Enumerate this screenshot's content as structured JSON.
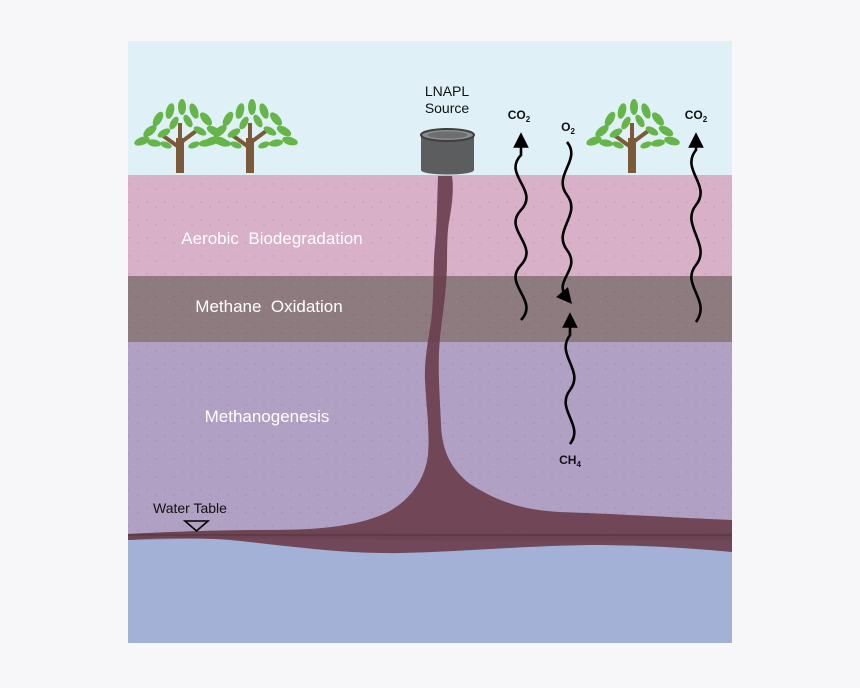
{
  "zones": {
    "aerobic": "Aerobic  Biodegradation",
    "oxidation": "Methane  Oxidation",
    "methanogenesis": "Methanogenesis"
  },
  "source": {
    "line1": "LNAPL",
    "line2": "Source"
  },
  "water_table": "Water Table",
  "gases": {
    "co2_left": {
      "main": "CO",
      "sub": "2"
    },
    "o2": {
      "main": "O",
      "sub": "2"
    },
    "co2_right": {
      "main": "CO",
      "sub": "2"
    },
    "ch4": {
      "main": "CH",
      "sub": "4"
    }
  },
  "colors": {
    "sky": "#dff1f7",
    "aerobic_zone": "#d8b0c8",
    "oxidation_zone": "#8e7b80",
    "methanogenesis_zone": "#b0a0c4",
    "groundwater": "#a3b1d6",
    "lnapl": "#6b3f4e",
    "leaf": "#66b548",
    "trunk": "#7b5a3a"
  }
}
